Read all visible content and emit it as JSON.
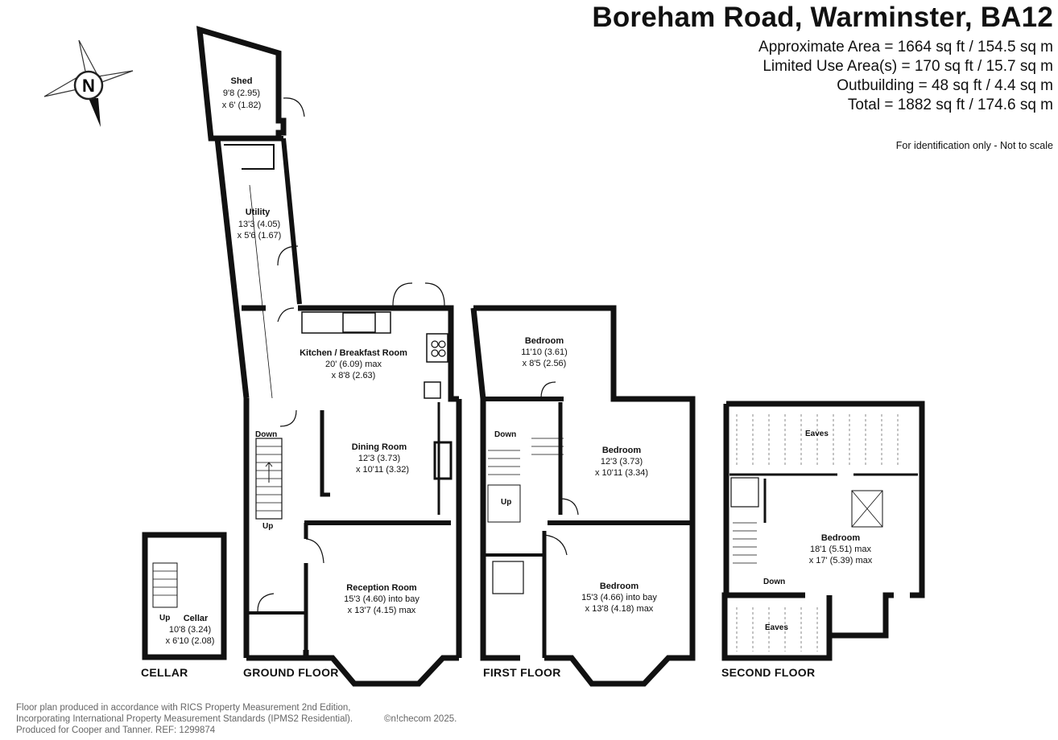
{
  "header": {
    "title": "Boreham Road, Warminster, BA12",
    "approx_area": "Approximate Area = 1664 sq ft / 154.5 sq m",
    "limited_use": "Limited Use Area(s) = 170 sq ft / 15.7 sq m",
    "outbuilding": "Outbuilding = 48 sq ft / 4.4 sq m",
    "total": "Total = 1882 sq ft / 174.6 sq m",
    "disclaimer": "For identification only - Not to scale"
  },
  "compass": {
    "label": "N"
  },
  "floors": {
    "cellar": "CELLAR",
    "ground": "GROUND FLOOR",
    "first": "FIRST FLOOR",
    "second": "SECOND FLOOR"
  },
  "rooms": {
    "shed": {
      "name": "Shed",
      "dim1": "9'8 (2.95)",
      "dim2": "x 6' (1.82)"
    },
    "utility": {
      "name": "Utility",
      "dim1": "13'3 (4.05)",
      "dim2": "x 5'6 (1.67)"
    },
    "kitchen": {
      "name": "Kitchen / Breakfast Room",
      "dim1": "20' (6.09) max",
      "dim2": "x 8'8 (2.63)"
    },
    "dining": {
      "name": "Dining Room",
      "dim1": "12'3 (3.73)",
      "dim2": "x 10'11 (3.32)"
    },
    "reception": {
      "name": "Reception Room",
      "dim1": "15'3 (4.60) into bay",
      "dim2": "x 13'7 (4.15) max"
    },
    "cellar": {
      "name": "Cellar",
      "dim1": "10'8 (3.24)",
      "dim2": "x 6'10 (2.08)"
    },
    "bed1": {
      "name": "Bedroom",
      "dim1": "11'10 (3.61)",
      "dim2": "x 8'5 (2.56)"
    },
    "bed2": {
      "name": "Bedroom",
      "dim1": "12'3 (3.73)",
      "dim2": "x 10'11 (3.34)"
    },
    "bed3": {
      "name": "Bedroom",
      "dim1": "15'3 (4.66) into bay",
      "dim2": "x 13'8 (4.18) max"
    },
    "bed4": {
      "name": "Bedroom",
      "dim1": "18'1 (5.51) max",
      "dim2": "x 17' (5.39) max"
    }
  },
  "stair_labels": {
    "ground_down": "Down",
    "ground_up": "Up",
    "cellar_up": "Up",
    "first_down": "Down",
    "first_up": "Up",
    "second_down": "Down"
  },
  "eaves": {
    "top": "Eaves",
    "bottom": "Eaves"
  },
  "footer": {
    "line1": "Floor plan produced in accordance with RICS Property Measurement 2nd Edition,",
    "line2": "Incorporating International Property Measurement Standards (IPMS2 Residential).",
    "line3": "Produced for Cooper and Tanner.   REF: 1299874",
    "copyright": "©n!checom 2025."
  }
}
